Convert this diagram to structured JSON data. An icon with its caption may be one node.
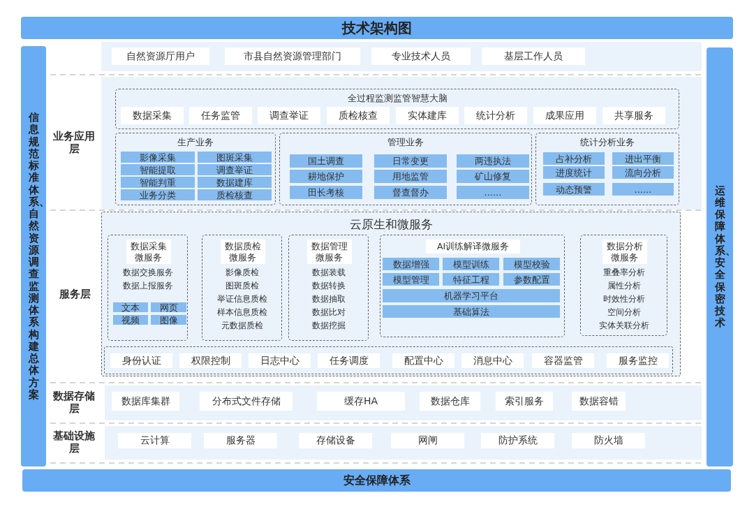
{
  "diagram": {
    "nodes": [
      {
        "text": [
          "技术架构图"
        ]
      },
      {
        "text": [
          "信息规范标准体系、自然资源调查监测体系构建总体方案"
        ]
      },
      {
        "text": [],
        "shape": "box"
      },
      {
        "text": [
          "自然资源厅用户"
        ],
        "in": 2
      },
      {
        "text": [
          "市县自然资源管理部门"
        ],
        "in": 2
      },
      {
        "text": [
          "专业技术人员"
        ],
        "in": 2
      },
      {
        "text": [
          "基层工作人员"
        ],
        "in": 2
      },
      {
        "text": [
          "运维保障体系、安全保密技术"
        ]
      },
      {
        "text": [
          "业务应用层"
        ]
      },
      {
        "text": [
          "全过程监测监管智慧大脑"
        ],
        "in": 8
      },
      {
        "text": [
          "数据采集"
        ],
        "in": 9
      },
      {
        "text": [
          "任务监管"
        ],
        "in": 9
      },
      {
        "text": [
          "调查举证"
        ],
        "in": 9
      },
      {
        "text": [
          "质检核查"
        ],
        "in": 9
      },
      {
        "text": [
          "实体建库"
        ],
        "in": 9
      },
      {
        "text": [
          "统计分析"
        ],
        "in": 9
      },
      {
        "text": [
          "成果应用"
        ],
        "in": 9
      },
      {
        "text": [
          "共享服务"
        ],
        "in": 9
      },
      {
        "text": [
          "生产业务"
        ],
        "in": 8
      },
      {
        "text": [
          "影像采集"
        ],
        "in": 18
      },
      {
        "text": [
          "图斑采集"
        ],
        "in": 18
      },
      {
        "text": [
          "智能提取"
        ],
        "in": 18
      },
      {
        "text": [
          "调查举证"
        ],
        "in": 18
      },
      {
        "text": [
          "智能判重"
        ],
        "in": 18
      },
      {
        "text": [
          "数据建库"
        ],
        "in": 18
      },
      {
        "text": [
          "业务分类"
        ],
        "in": 18
      },
      {
        "text": [
          "质检核查"
        ],
        "in": 18
      },
      {
        "text": [
          "管理业务"
        ],
        "in": 8
      },
      {
        "text": [
          "国土调查"
        ],
        "in": 27
      },
      {
        "text": [
          "日常变更"
        ],
        "in": 27
      },
      {
        "text": [
          "两违执法"
        ],
        "in": 27
      },
      {
        "text": [
          "耕地保护"
        ],
        "in": 27
      },
      {
        "text": [
          "用地监管"
        ],
        "in": 27
      },
      {
        "text": [
          "矿山修复"
        ],
        "in": 27
      },
      {
        "text": [
          "田长考核"
        ],
        "in": 27
      },
      {
        "text": [
          "督查督办"
        ],
        "in": 27
      },
      {
        "text": [
          "......"
        ],
        "in": 27
      },
      {
        "text": [
          "统计分析业务"
        ],
        "in": 8
      },
      {
        "text": [
          "占补分析"
        ],
        "in": 37
      },
      {
        "text": [
          "进出平衡"
        ],
        "in": 37
      },
      {
        "text": [
          "进度统计"
        ],
        "in": 37
      },
      {
        "text": [
          "流向分析"
        ],
        "in": 37
      },
      {
        "text": [
          "动态预警"
        ],
        "in": 37
      },
      {
        "text": [
          "......"
        ],
        "in": 37
      },
      {
        "text": [
          "服务层",
          "云原生和微服务"
        ]
      },
      {
        "text": [
          "数据采集微服务",
          "数据交换服务",
          "数据上报服务"
        ],
        "in": 44
      },
      {
        "text": [
          "文本"
        ],
        "in": 45
      },
      {
        "text": [
          "网页"
        ],
        "in": 45
      },
      {
        "text": [
          "视频"
        ],
        "in": 45
      },
      {
        "text": [
          "图像"
        ],
        "in": 45
      },
      {
        "text": [
          "数据质检微服务",
          "影像质检",
          "图斑质检",
          "举证信息质检",
          "样本信息质检",
          "元数据质检"
        ],
        "in": 44
      },
      {
        "text": [
          "数据管理微服务",
          "数据装载",
          "数据转换",
          "数据抽取",
          "数据比对",
          "数据挖掘"
        ],
        "in": 44
      },
      {
        "text": [
          "AI训练解译微服务"
        ],
        "in": 44
      },
      {
        "text": [
          "数据增强"
        ],
        "in": 52
      },
      {
        "text": [
          "模型训练"
        ],
        "in": 52
      },
      {
        "text": [
          "模型校验"
        ],
        "in": 52
      },
      {
        "text": [
          "模型管理"
        ],
        "in": 52
      },
      {
        "text": [
          "特征工程"
        ],
        "in": 52
      },
      {
        "text": [
          "参数配置"
        ],
        "in": 52
      },
      {
        "text": [
          "机器学习平台"
        ],
        "in": 52
      },
      {
        "text": [
          "基础算法"
        ],
        "in": 52
      },
      {
        "text": [
          "数据分析微服务",
          "重叠率分析",
          "属性分析",
          "时效性分析",
          "空间分析",
          "实体关联分析"
        ],
        "in": 44
      },
      {
        "text": [],
        "shape": "box",
        "in": 44
      },
      {
        "text": [
          "身份认证"
        ],
        "in": 62
      },
      {
        "text": [
          "权限控制"
        ],
        "in": 62
      },
      {
        "text": [
          "日志中心"
        ],
        "in": 62
      },
      {
        "text": [
          "任务调度"
        ],
        "in": 62
      },
      {
        "text": [
          "配置中心"
        ],
        "in": 62
      },
      {
        "text": [
          "消息中心"
        ],
        "in": 62
      },
      {
        "text": [
          "容器监管"
        ],
        "in": 62
      },
      {
        "text": [
          "服务监控"
        ],
        "in": 62
      },
      {
        "text": [
          "数据存储层"
        ]
      },
      {
        "text": [
          "数据库集群"
        ],
        "in": 71
      },
      {
        "text": [
          "分布式文件存储"
        ],
        "in": 71
      },
      {
        "text": [
          "缓存HA"
        ],
        "in": 71
      },
      {
        "text": [
          "数据仓库"
        ],
        "in": 71
      },
      {
        "text": [
          "索引服务"
        ],
        "in": 71
      },
      {
        "text": [
          "数据容错"
        ],
        "in": 71
      },
      {
        "text": [
          "基础设施层"
        ]
      },
      {
        "text": [
          "云计算"
        ],
        "in": 78
      },
      {
        "text": [
          "服务器"
        ],
        "in": 78
      },
      {
        "text": [
          "存储设备"
        ],
        "in": 78
      },
      {
        "text": [
          "网闸"
        ],
        "in": 78
      },
      {
        "text": [
          "防护系统"
        ],
        "in": 78
      },
      {
        "text": [
          "防火墙"
        ],
        "in": 78
      },
      {
        "text": [
          "安全保障体系"
        ]
      }
    ]
  }
}
